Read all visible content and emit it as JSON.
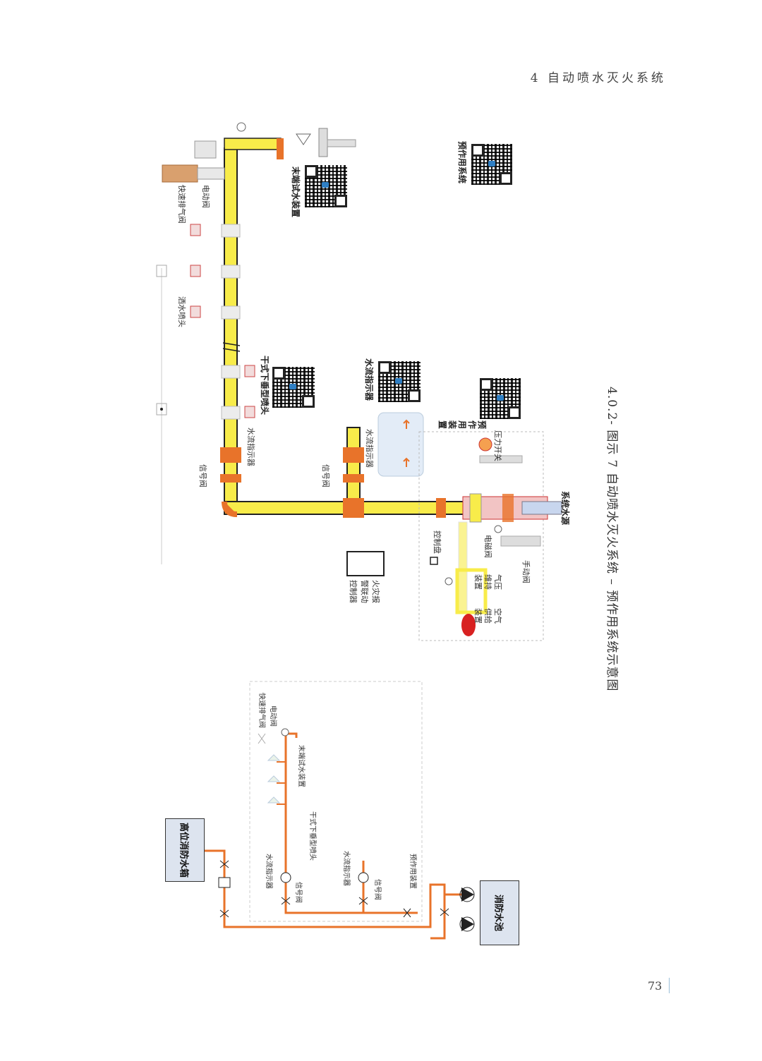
{
  "header": {
    "chapter": "4   自动喷水灭火系统"
  },
  "page_number": "73",
  "caption": "4.0.2- 图示 7   自动喷水灭火系统 – 预作用系统示意图",
  "main_labels": {
    "quick_exhaust_valve": "快速排气阀",
    "electric_valve": "电动阀",
    "end_test_device": "末端试水装置",
    "preaction_system": "预作用系统",
    "sprinkler": "洒水喷头",
    "dry_pendent": "干式下垂型喷头",
    "water_flow_indicator_a": "水流指示器",
    "signal_valve_a": "信号阀",
    "water_flow_indicator_title": "水流指示器",
    "water_flow_indicator_b": "水流指示器",
    "signal_valve_b": "信号阀",
    "preaction_device": "预作用装置",
    "pressure_switch": "压力开关",
    "system_water_source": "系统水源",
    "control_panel": "控制盘",
    "solenoid_valve": "电磁阀",
    "manual_valve": "手动阀",
    "air_supply": "空气供给装置",
    "air_maintain": "气压维持装置",
    "fire_alarm_controller": "火灾报警联动控制器"
  },
  "schematic_labels": {
    "high_tank": "高位消防水箱",
    "fire_pool": "消防水池",
    "quick_exhaust": "快速排气阀",
    "electric": "电动阀",
    "end_test": "末端试水装置",
    "dry_pendent": "干式下垂型喷头",
    "wfi_1": "水流指示器",
    "signal_1": "信号阀",
    "wfi_2": "水流指示器",
    "signal_2": "信号阀",
    "preaction": "预作用装置"
  },
  "colors": {
    "yellow_pipe": "#f8ec4a",
    "orange": "#e8732a",
    "pipe_outline": "#222222",
    "tank_fill": "#dde4ef"
  }
}
